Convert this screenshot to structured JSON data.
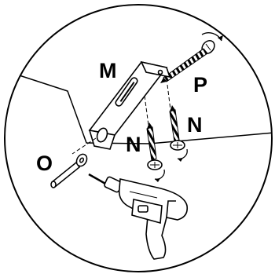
{
  "figure": {
    "labels": {
      "m": "M",
      "n_right": "N",
      "n_left": "N",
      "o": "O",
      "p": "P"
    }
  }
}
